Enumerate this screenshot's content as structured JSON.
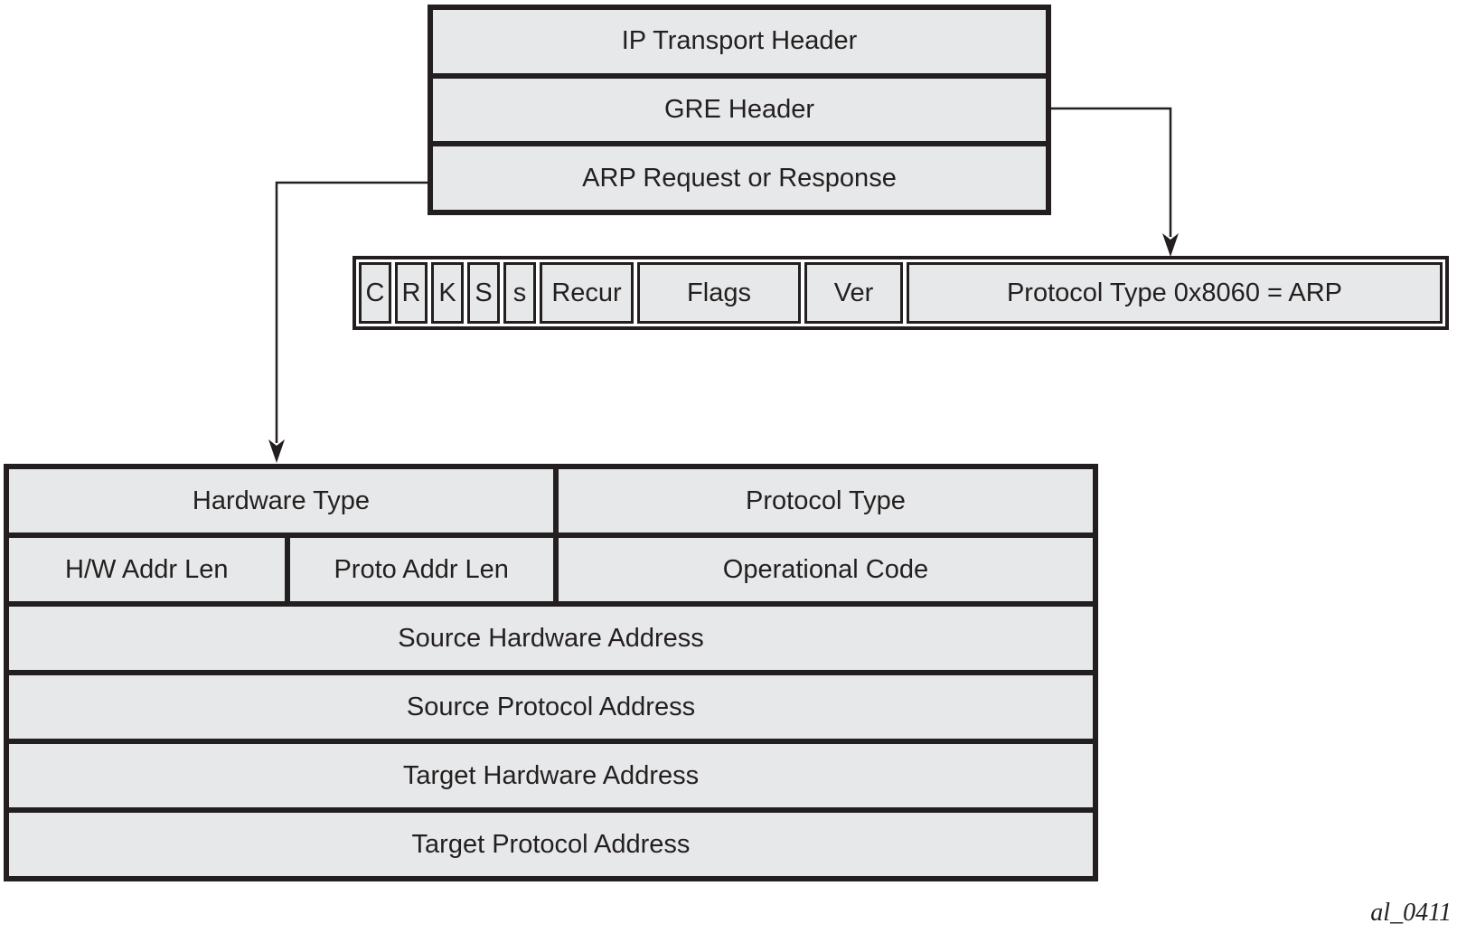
{
  "figure": {
    "id_label": "al_0411"
  },
  "colors": {
    "cell_fill": "#e7e8e9",
    "line": "#231f20",
    "text": "#231f20",
    "background": "#ffffff"
  },
  "stack": {
    "rows": [
      {
        "label": "IP Transport Header"
      },
      {
        "label": "GRE Header"
      },
      {
        "label": "ARP Request or Response"
      }
    ]
  },
  "gre": {
    "fields": [
      {
        "label": "C"
      },
      {
        "label": "R"
      },
      {
        "label": "K"
      },
      {
        "label": "S"
      },
      {
        "label": "s"
      },
      {
        "label": "Recur"
      },
      {
        "label": "Flags"
      },
      {
        "label": "Ver"
      },
      {
        "label": "Protocol Type 0x8060 = ARP"
      }
    ]
  },
  "arp": {
    "rows": [
      {
        "cells": [
          {
            "label": "Hardware Type"
          },
          {
            "label": "Protocol Type"
          }
        ]
      },
      {
        "cells": [
          {
            "label": "H/W Addr Len"
          },
          {
            "label": "Proto Addr Len"
          },
          {
            "label": "Operational Code"
          }
        ]
      },
      {
        "cells": [
          {
            "label": "Source Hardware Address"
          }
        ]
      },
      {
        "cells": [
          {
            "label": "Source Protocol Address"
          }
        ]
      },
      {
        "cells": [
          {
            "label": "Target Hardware Address"
          }
        ]
      },
      {
        "cells": [
          {
            "label": "Target Protocol Address"
          }
        ]
      }
    ]
  }
}
